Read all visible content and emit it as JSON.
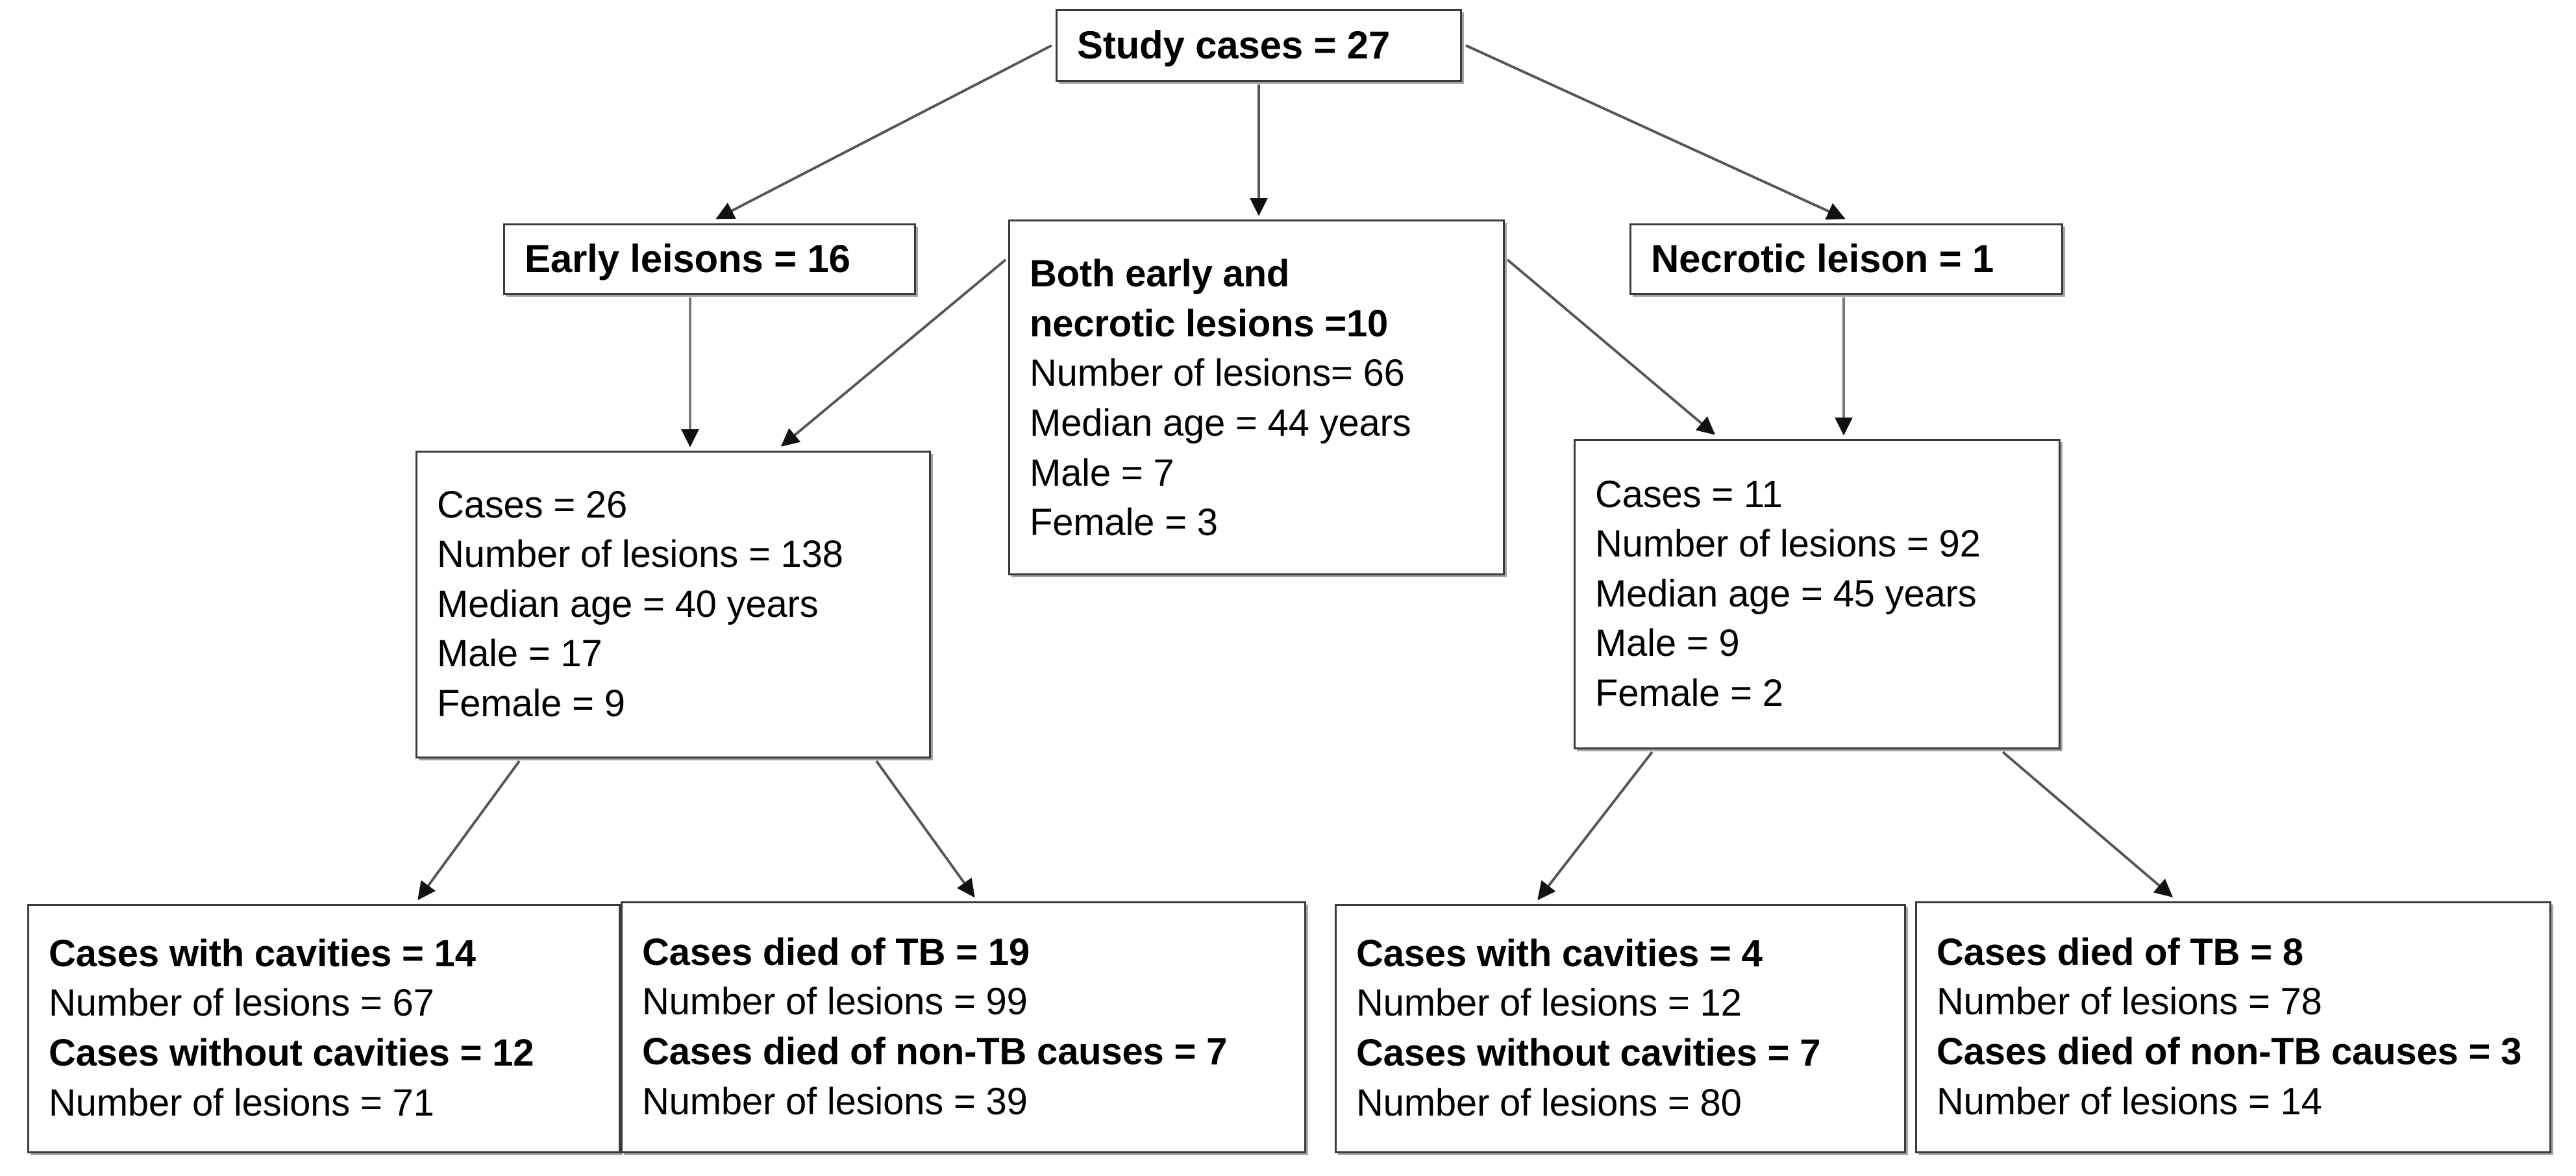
{
  "diagram": {
    "title": "TB study case flow chart",
    "colors": {
      "box_border": "#3a3a3a",
      "shadow": "#5a5a5a",
      "text": "#000000",
      "background": "#ffffff"
    },
    "nodes": {
      "root": {
        "lines": [
          {
            "text": "Study cases = 27",
            "bold": true
          }
        ]
      },
      "early_lesions": {
        "lines": [
          {
            "text": "Early leisons = 16",
            "bold": true
          }
        ]
      },
      "both_lesions": {
        "lines": [
          {
            "text": "Both early and",
            "bold": true
          },
          {
            "text": "necrotic lesions =10",
            "bold": true
          },
          {
            "text": "Number of lesions= 66",
            "bold": false
          },
          {
            "text": "Median age = 44 years",
            "bold": false
          },
          {
            "text": "Male = 7",
            "bold": false
          },
          {
            "text": "Female = 3",
            "bold": false
          }
        ]
      },
      "necrotic_lesion": {
        "lines": [
          {
            "text": "Necrotic leison = 1",
            "bold": true
          }
        ]
      },
      "early_cases": {
        "lines": [
          {
            "text": "Cases = 26",
            "bold": false
          },
          {
            "text": "Number of lesions = 138",
            "bold": false
          },
          {
            "text": "Median age = 40 years",
            "bold": false
          },
          {
            "text": "Male = 17",
            "bold": false
          },
          {
            "text": "Female = 9",
            "bold": false
          }
        ]
      },
      "necrotic_cases": {
        "lines": [
          {
            "text": "Cases = 11",
            "bold": false
          },
          {
            "text": "Number of lesions = 92",
            "bold": false
          },
          {
            "text": "Median age = 45 years",
            "bold": false
          },
          {
            "text": "Male = 9",
            "bold": false
          },
          {
            "text": "Female = 2",
            "bold": false
          }
        ]
      },
      "early_cavities": {
        "lines": [
          {
            "text": "Cases with cavities = 14",
            "bold": true
          },
          {
            "text": "Number of lesions = 67",
            "bold": false
          },
          {
            "text": "Cases without cavities = 12",
            "bold": true
          },
          {
            "text": "Number of lesions = 71",
            "bold": false
          }
        ]
      },
      "early_deaths": {
        "lines": [
          {
            "text": "Cases died of TB = 19",
            "bold": true
          },
          {
            "text": "Number of lesions = 99",
            "bold": false
          },
          {
            "text": "Cases died of non-TB causes = 7",
            "bold": true
          },
          {
            "text": "Number of lesions = 39",
            "bold": false
          }
        ]
      },
      "necrotic_cavities": {
        "lines": [
          {
            "text": "Cases with cavities = 4",
            "bold": true
          },
          {
            "text": "Number of lesions = 12",
            "bold": false
          },
          {
            "text": "Cases without cavities = 7",
            "bold": true
          },
          {
            "text": "Number of lesions = 80",
            "bold": false
          }
        ]
      },
      "necrotic_deaths": {
        "lines": [
          {
            "text": "Cases died of TB = 8",
            "bold": true
          },
          {
            "text": "Number of lesions = 78",
            "bold": false
          },
          {
            "text": "Cases died of non-TB causes = 3",
            "bold": true
          },
          {
            "text": "Number of lesions = 14",
            "bold": false
          }
        ]
      }
    },
    "edges": [
      {
        "from": "root",
        "to": "early_lesions"
      },
      {
        "from": "root",
        "to": "both_lesions"
      },
      {
        "from": "root",
        "to": "necrotic_lesion"
      },
      {
        "from": "early_lesions",
        "to": "early_cases"
      },
      {
        "from": "both_lesions",
        "to": "early_cases"
      },
      {
        "from": "both_lesions",
        "to": "necrotic_cases"
      },
      {
        "from": "necrotic_lesion",
        "to": "necrotic_cases"
      },
      {
        "from": "early_cases",
        "to": "early_cavities"
      },
      {
        "from": "early_cases",
        "to": "early_deaths"
      },
      {
        "from": "necrotic_cases",
        "to": "necrotic_cavities"
      },
      {
        "from": "necrotic_cases",
        "to": "necrotic_deaths"
      }
    ]
  }
}
